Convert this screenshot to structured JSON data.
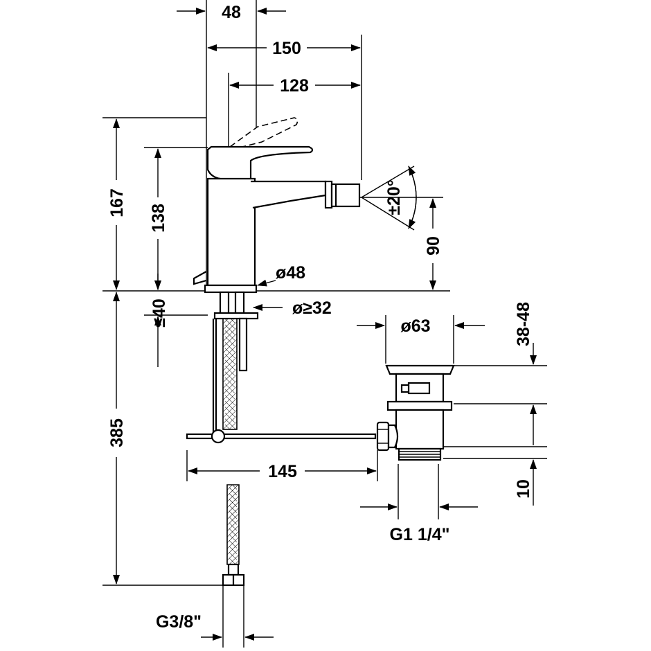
{
  "drawing": {
    "top_width": "48",
    "total_reach": "150",
    "spout_reach": "128",
    "total_height": "167",
    "spout_height": "138",
    "spray_angle": "±20°",
    "spray_height": "90",
    "base_diameter": "ø48",
    "hole_diameter": "ø≥32",
    "deck_thickness": "≤40",
    "waste_diameter": "ø63",
    "waste_range": "38-48",
    "rod_length": "145",
    "hose_length": "385",
    "thread_min": "10",
    "waste_thread": "G1 1/4\"",
    "supply_thread": "G3/8\""
  }
}
